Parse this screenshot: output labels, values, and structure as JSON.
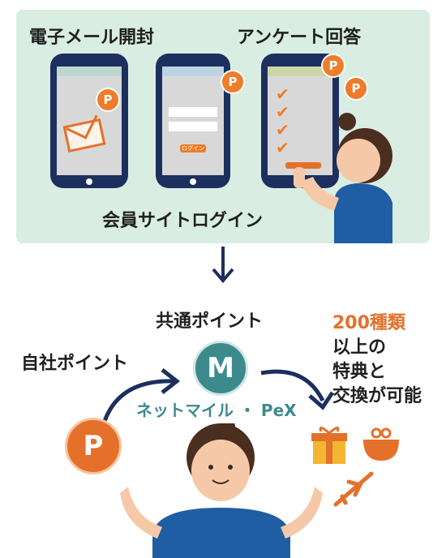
{
  "panel": {
    "email_label": "電子メール開封",
    "survey_label": "アンケート回答",
    "login_label": "会員サイトログイン",
    "login_button": "ログイン",
    "coin_letter": "P"
  },
  "flow": {
    "common_points_label": "共通ポイント",
    "own_points_label": "自社ポイント",
    "m_letter": "M",
    "p_letter": "P",
    "partners_label": "ネットマイル ・ PeX",
    "benefits_line1": "200種類",
    "benefits_line2": "以上の",
    "benefits_line3": "特典と",
    "benefits_line4": "交換が可能"
  },
  "colors": {
    "panel_bg": "#d9ede3",
    "navy": "#1c2f5e",
    "accent_orange": "#e5702a",
    "teal": "#3c8a8c"
  }
}
